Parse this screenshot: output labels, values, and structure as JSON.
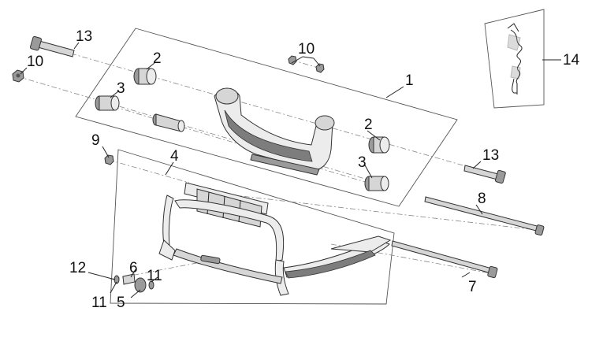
{
  "callouts": {
    "c1": "1",
    "c2a": "2",
    "c2b": "2",
    "c3a": "3",
    "c3b": "3",
    "c4": "4",
    "c5": "5",
    "c6": "6",
    "c7": "7",
    "c8": "8",
    "c9": "9",
    "c10a": "10",
    "c10b": "10",
    "c11a": "11",
    "c11b": "11",
    "c12": "12",
    "c13a": "13",
    "c13b": "13",
    "c14": "14"
  }
}
